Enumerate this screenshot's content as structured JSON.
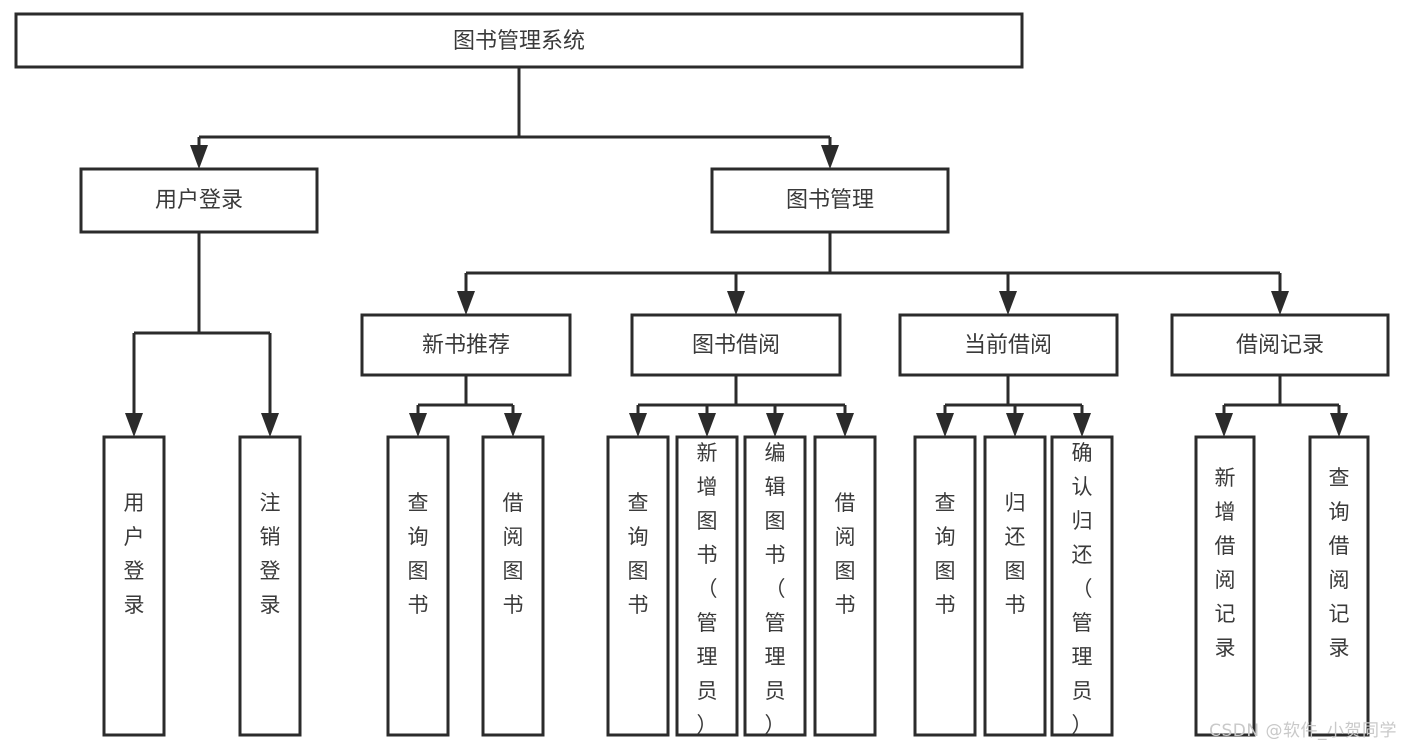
{
  "diagram": {
    "title": "图书管理系统",
    "type": "tree-hierarchy-chart",
    "watermark": "CSDN @软件_小贺同学",
    "colors": {
      "box_fill": "#ffffff",
      "box_stroke": "#2b2b2b",
      "text": "#3a3a3a",
      "background": "#ffffff",
      "watermark": "#c9c9c9"
    },
    "root": {
      "label": "图书管理系统"
    },
    "level2": [
      {
        "label": "用户登录"
      },
      {
        "label": "图书管理"
      }
    ],
    "level3": [
      {
        "label": "新书推荐"
      },
      {
        "label": "图书借阅"
      },
      {
        "label": "当前借阅"
      },
      {
        "label": "借阅记录"
      }
    ],
    "leaves": {
      "user_login": [
        {
          "label": "用户登录"
        },
        {
          "label": "注销登录"
        }
      ],
      "new_book_recommend": [
        {
          "label": "查询图书"
        },
        {
          "label": "借阅图书"
        }
      ],
      "book_borrow": [
        {
          "label": "查询图书"
        },
        {
          "label": "新增图书（管理员）"
        },
        {
          "label": "编辑图书（管理员）"
        },
        {
          "label": "借阅图书"
        }
      ],
      "current_borrow": [
        {
          "label": "查询图书"
        },
        {
          "label": "归还图书"
        },
        {
          "label": "确认归还（管理员）"
        }
      ],
      "borrow_record": [
        {
          "label": "新增借阅记录"
        },
        {
          "label": "查询借阅记录"
        }
      ]
    }
  }
}
